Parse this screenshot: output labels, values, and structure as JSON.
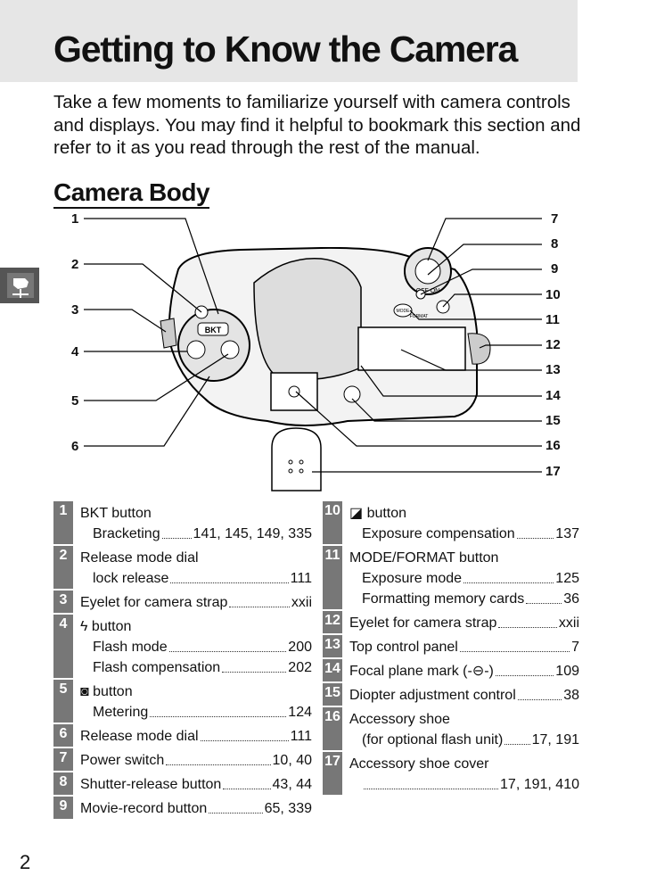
{
  "page": {
    "title": "Getting to Know the Camera",
    "intro": "Take a few moments to familiarize yourself with camera controls and displays.  You may find it helpful to bookmark this section and refer to it as you read through the rest of the manual.",
    "section_heading": "Camera Body",
    "page_number": "2"
  },
  "callouts": [
    "1",
    "2",
    "3",
    "4",
    "5",
    "6",
    "7",
    "8",
    "9",
    "10",
    "11",
    "12",
    "13",
    "14",
    "15",
    "16",
    "17"
  ],
  "diagram_labels": {
    "bkt": "BKT",
    "mode": "MODE",
    "format": "FORMAT",
    "off_on": "OFF ON"
  },
  "left_items": [
    {
      "num": "1",
      "label": "BKT button",
      "subs": [
        {
          "text": "Bracketing",
          "page": "141, 145, 149, 335"
        }
      ]
    },
    {
      "num": "2",
      "label": "Release mode dial",
      "subs": [
        {
          "text": "lock release",
          "page": "111"
        }
      ]
    },
    {
      "num": "3",
      "label": "Eyelet for camera strap",
      "page": "xxii",
      "subs": []
    },
    {
      "num": "4",
      "label": "ϟ button",
      "subs": [
        {
          "text": "Flash mode",
          "page": "200"
        },
        {
          "text": "Flash compensation",
          "page": "202"
        }
      ]
    },
    {
      "num": "5",
      "label": "◙ button",
      "subs": [
        {
          "text": "Metering",
          "page": "124"
        }
      ]
    },
    {
      "num": "6",
      "label": "Release mode dial",
      "page": "111",
      "subs": []
    },
    {
      "num": "7",
      "label": "Power switch",
      "page": "10, 40",
      "subs": []
    },
    {
      "num": "8",
      "label": "Shutter-release button",
      "page": "43, 44",
      "subs": []
    },
    {
      "num": "9",
      "label": "Movie-record button",
      "page": "65, 339",
      "subs": []
    }
  ],
  "right_items": [
    {
      "num": "10",
      "label": "◪ button",
      "subs": [
        {
          "text": "Exposure compensation",
          "page": "137"
        }
      ]
    },
    {
      "num": "11",
      "label": "MODE/FORMAT button",
      "subs": [
        {
          "text": "Exposure mode",
          "page": "125"
        },
        {
          "text": "Formatting memory cards",
          "page": "36"
        }
      ]
    },
    {
      "num": "12",
      "label": "Eyelet for camera strap",
      "page": "xxii",
      "subs": []
    },
    {
      "num": "13",
      "label": "Top control panel",
      "page": "7",
      "subs": []
    },
    {
      "num": "14",
      "label": "Focal plane mark (-⊖-)",
      "page": "109",
      "subs": []
    },
    {
      "num": "15",
      "label": "Diopter adjustment control",
      "page": "38",
      "subs": []
    },
    {
      "num": "16",
      "label": "Accessory shoe",
      "subs": [
        {
          "text": "(for optional flash unit)",
          "page": "17, 191"
        }
      ]
    },
    {
      "num": "17",
      "label": "Accessory shoe cover",
      "subs": [
        {
          "text": "",
          "page": "17, 191, 410"
        }
      ]
    }
  ]
}
